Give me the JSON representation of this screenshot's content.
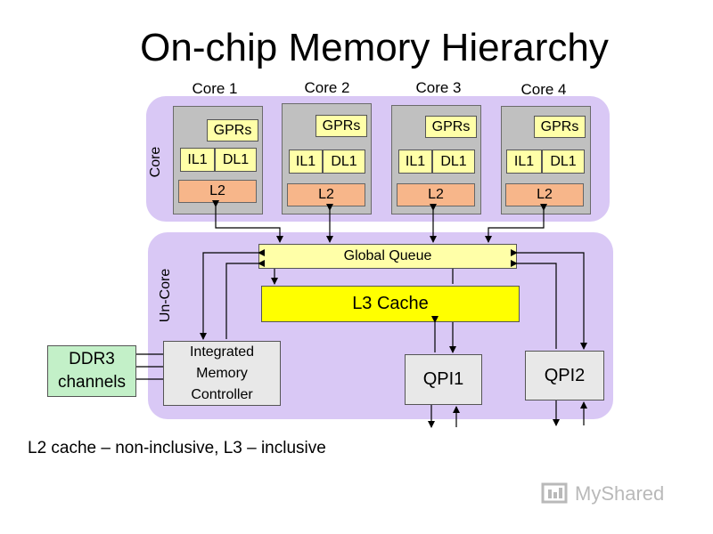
{
  "title": "On-chip Memory Hierarchy",
  "core_band_label": "Core",
  "uncore_band_label": "Un-Core",
  "cores": [
    {
      "label": "Core 1",
      "gprs": "GPRs",
      "il1": "IL1",
      "dl1": "DL1",
      "l2": "L2"
    },
    {
      "label": "Core 2",
      "gprs": "GPRs",
      "il1": "IL1",
      "dl1": "DL1",
      "l2": "L2"
    },
    {
      "label": "Core 3",
      "gprs": "GPRs",
      "il1": "IL1",
      "dl1": "DL1",
      "l2": "L2"
    },
    {
      "label": "Core 4",
      "gprs": "GPRs",
      "il1": "IL1",
      "dl1": "DL1",
      "l2": "L2"
    }
  ],
  "global_queue": "Global Queue",
  "l3_cache": "L3 Cache",
  "imc": {
    "line1": "Integrated",
    "line2": "Memory",
    "line3": "Controller"
  },
  "ddr3": {
    "line1": "DDR3",
    "line2": "channels"
  },
  "qpi1": "QPI1",
  "qpi2": "QPI2",
  "caption": "L2 cache – non-inclusive, L3 – inclusive",
  "watermark": "MyShared",
  "colors": {
    "band": "#d9c8f5",
    "core_box": "#c0c0c0",
    "light_yellow": "#ffffa8",
    "l3_yellow": "#ffff00",
    "l2_orange": "#f7b68a",
    "ddr3_green": "#c3f0c8",
    "gray_box": "#e8e8e8"
  }
}
